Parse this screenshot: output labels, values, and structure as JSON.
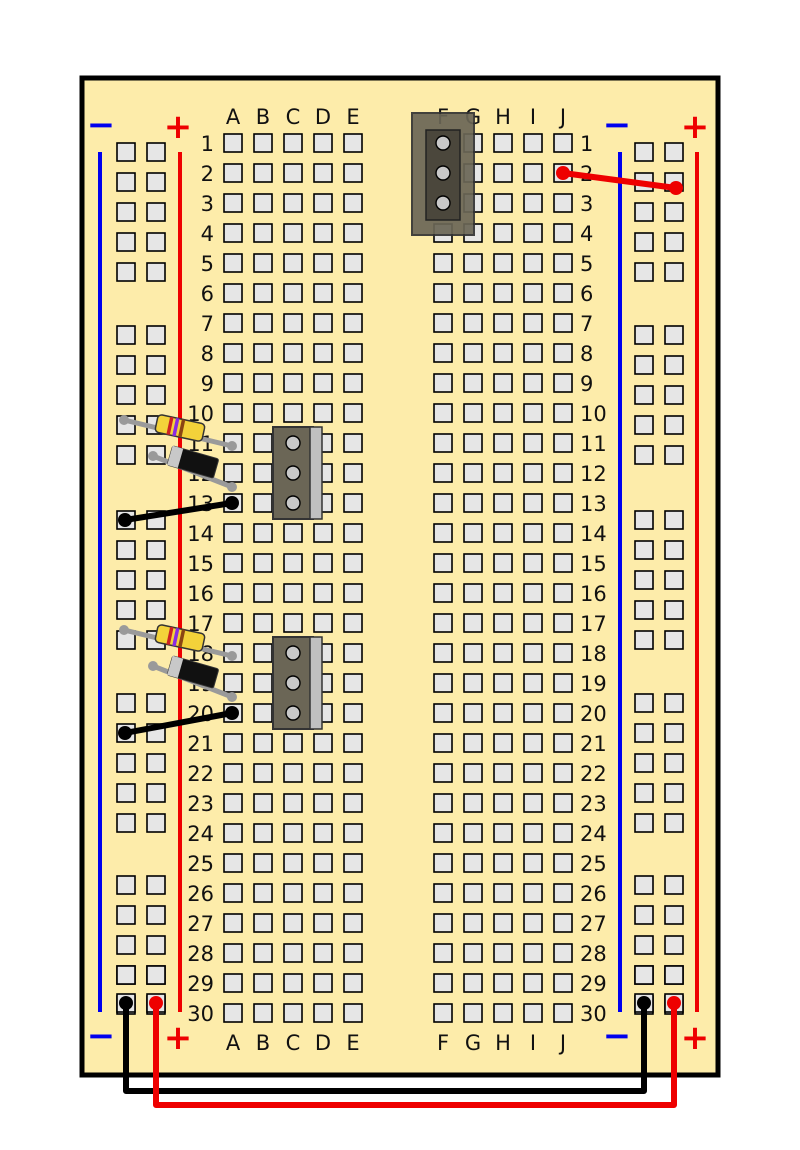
{
  "board": {
    "bg_color": "#fdecaa",
    "border_color": "#000000",
    "left_columns": [
      "A",
      "B",
      "C",
      "D",
      "E"
    ],
    "right_columns": [
      "F",
      "G",
      "H",
      "I",
      "J"
    ],
    "row_count": 30,
    "rail_plus_color": "#ee0000",
    "rail_minus_color": "#0000ee",
    "plus_label": "+",
    "minus_label": "−"
  },
  "components": {
    "regulator": {
      "name": "3-pin regulator",
      "col": "F",
      "rows": [
        1,
        2,
        3
      ]
    },
    "transistors": [
      {
        "col": "C",
        "rows": [
          11,
          12,
          13
        ]
      },
      {
        "col": "C",
        "rows": [
          18,
          19,
          20
        ]
      }
    ],
    "resistors": [
      {
        "rows": [
          10,
          11
        ],
        "band_colors": [
          "#cc2222",
          "#8a2be2",
          "#8b4513"
        ]
      },
      {
        "rows": [
          17,
          18
        ],
        "band_colors": [
          "#cc2222",
          "#8a2be2",
          "#8b4513"
        ]
      }
    ],
    "diodes": [
      {
        "rows": [
          11,
          12
        ]
      },
      {
        "rows": [
          18,
          19
        ]
      }
    ],
    "wires": [
      {
        "color": "#ee0000",
        "from": "J2",
        "to": "right rail +"
      },
      {
        "color": "#000000",
        "from": "A13",
        "to": "left rail −"
      },
      {
        "color": "#000000",
        "from": "A20",
        "to": "left rail −"
      },
      {
        "color": "#000000",
        "from": "left rail −",
        "to": "right rail −"
      },
      {
        "color": "#ee0000",
        "from": "left rail +",
        "to": "right rail +"
      }
    ]
  }
}
